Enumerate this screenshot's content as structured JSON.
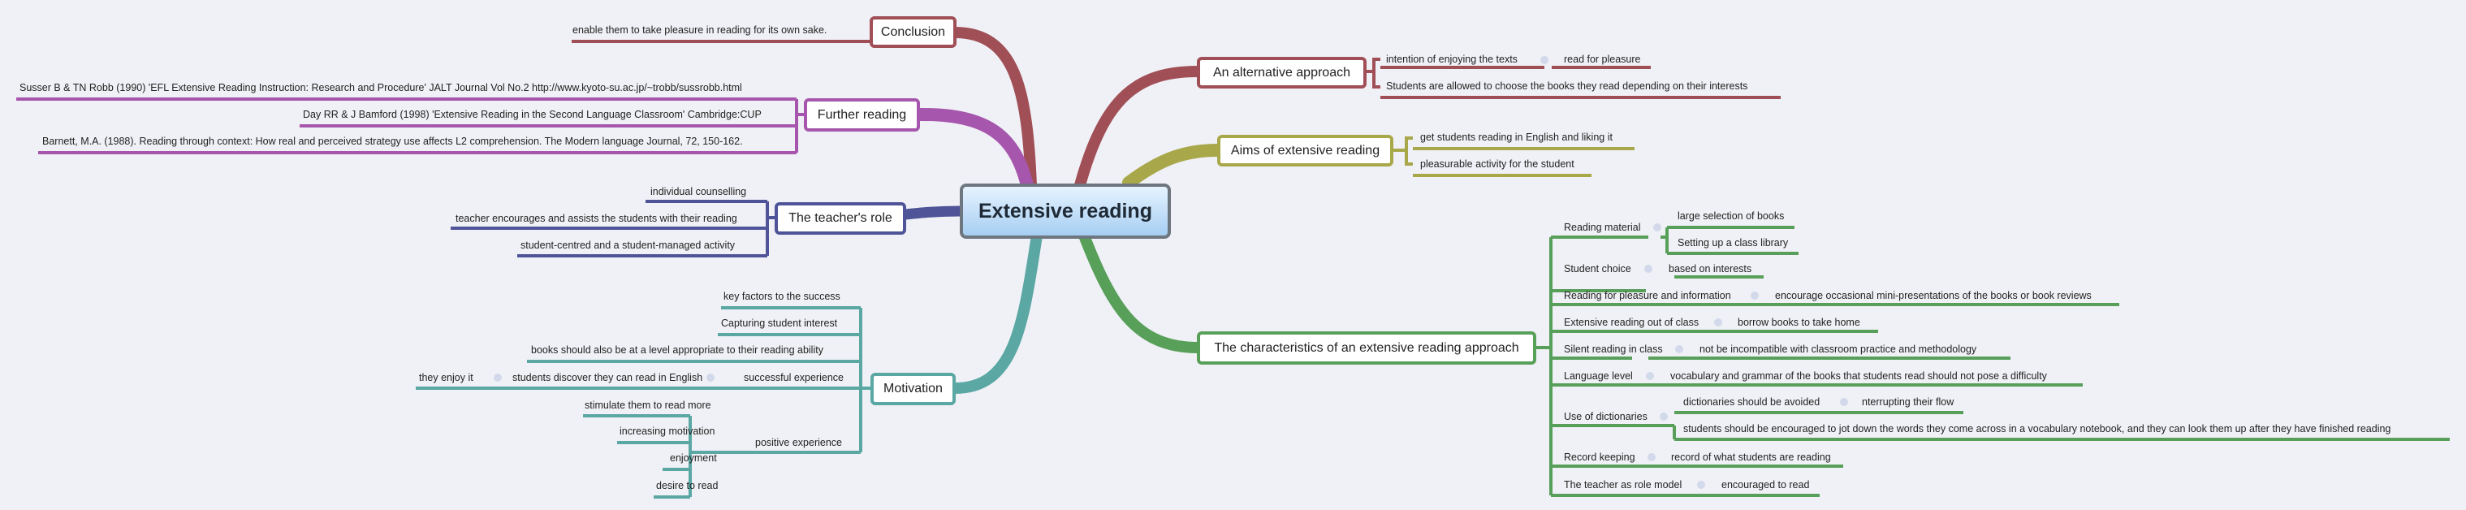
{
  "colors": {
    "alternative": "#a14f57",
    "aims": "#a8a84b",
    "characteristics": "#58a05a",
    "motivation": "#5aa7a4",
    "teacher": "#4f5499",
    "further": "#a656ad",
    "conclusion": "#a14f57",
    "dot": "#d2d9ea",
    "central_border": "#6e7680"
  },
  "central": {
    "title": "Extensive reading"
  },
  "alternative": {
    "title": "An alternative approach",
    "intention": "intention of enjoying the texts",
    "read_for_pleasure": "read for pleasure",
    "choose_books": "Students are allowed to choose the books they read depending on their interests"
  },
  "aims": {
    "title": "Aims of extensive reading",
    "english": "get students reading in English and liking it",
    "pleasurable": "pleasurable activity for the student"
  },
  "characteristics": {
    "title": "The characteristics of an extensive reading approach",
    "reading_material": "Reading material",
    "large_selection": "large selection of books",
    "class_library": "Setting up a class library",
    "student_choice": "Student choice",
    "based_on_interests": "based on  interests",
    "pleasure_information": "Reading for pleasure and information",
    "mini_presentations": "encourage occasional mini-presentations of the books or book reviews",
    "out_of_class": "Extensive reading out of class",
    "borrow_books": "borrow books to take home",
    "silent_reading": "Silent reading in class",
    "not_incompatible": "not be incompatible with classroom practice and methodology",
    "language_level": "Language level",
    "vocabulary": "vocabulary and grammar of the books that students read should not pose a difficulty",
    "use_of_dictionaries": "Use of dictionaries",
    "dictionaries_avoided": "dictionaries should be avoided",
    "interrupting_flow": "nterrupting their flow",
    "jot_down": "students should be encouraged to jot down the words they come across in a vocabulary notebook, and they can look them up after they have finished reading",
    "record_keeping": "Record keeping",
    "record_of_what": "record of what students are reading",
    "role_model": "The teacher as role model",
    "encouraged_to_read": "encouraged to read"
  },
  "motivation": {
    "title": "Motivation",
    "key_factors": "key factors to the success",
    "capturing": "Capturing student interest",
    "level": "books should also be at a level appropriate to their reading ability",
    "successful": "successful experience",
    "discover": "students discover they can read in English",
    "enjoy": "they enjoy it",
    "positive": "positive experience",
    "stimulate": "stimulate them to read more",
    "increasing": "increasing motivation",
    "enjoyment": "enjoyment",
    "desire": "desire to read"
  },
  "teacher": {
    "title": "The teacher's role",
    "individual": "individual counselling",
    "assists": "teacher encourages and assists the students with their reading",
    "student_centred": "student-centred and a student-managed activity"
  },
  "further": {
    "title": "Further reading",
    "susser": "Susser B & TN Robb (1990) 'EFL Extensive Reading Instruction: Research and Procedure' JALT Journal Vol No.2 http://www.kyoto-su.ac.jp/~trobb/sussrobb.html",
    "day": "Day RR & J Bamford (1998) 'Extensive Reading in the Second Language Classroom' Cambridge:CUP",
    "barnett": "Barnett, M.A. (1988). Reading through context: How real and perceived strategy use affects L2 comprehension. The Modern language Journal, 72, 150-162."
  },
  "conclusion": {
    "title": "Conclusion",
    "enable": "enable them to take pleasure in reading for its own sake."
  }
}
